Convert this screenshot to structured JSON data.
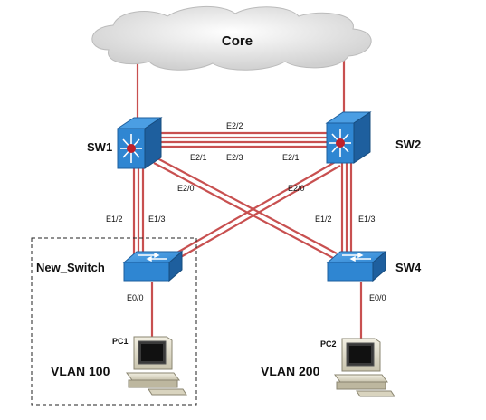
{
  "cloud": {
    "label": "Core"
  },
  "devices": {
    "sw1": {
      "label": "SW1"
    },
    "sw2": {
      "label": "SW2"
    },
    "new_switch": {
      "label": "New_Switch"
    },
    "sw4": {
      "label": "SW4"
    },
    "pc1": {
      "label": "PC1",
      "vlan": "VLAN 100"
    },
    "pc2": {
      "label": "PC2",
      "vlan": "VLAN 200"
    }
  },
  "ports": {
    "sw1_sw2_top": "E2/2",
    "sw1_e21": "E2/1",
    "sw2_e23": "E2/3",
    "sw2_e21": "E2/1",
    "sw1_e20": "E2/0",
    "sw2_e20": "E2/0",
    "sw1_e12": "E1/2",
    "sw1_e13": "E1/3",
    "sw2_e12": "E1/2",
    "sw2_e13": "E1/3",
    "new_switch_e00": "E0/0",
    "sw4_e00": "E0/0"
  },
  "colors": {
    "link": "#c85050",
    "switch_blue": "#2f86d2",
    "switch_dark": "#1e5f9e",
    "cloud": "#e6e6e6"
  }
}
